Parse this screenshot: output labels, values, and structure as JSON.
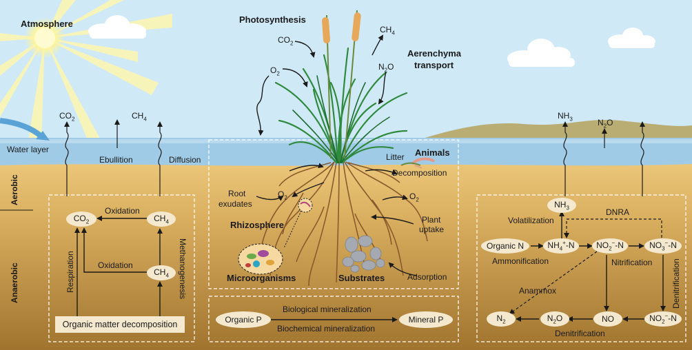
{
  "atmosphere": {
    "title": "Atmosphere"
  },
  "photosynthesis": {
    "title": "Photosynthesis"
  },
  "aerenchyma": {
    "line1": "Aerenchyma",
    "line2": "transport"
  },
  "plant_gases": {
    "co2": "CO2",
    "ch4": "CH4",
    "o2": "O2",
    "n2o": "N2O"
  },
  "left_fluxes": {
    "co2": "CO2",
    "ch4": "CH4",
    "ebullition": "Ebullition",
    "diffusion": "Diffusion"
  },
  "water_layer": "Water layer",
  "zones": {
    "aerobic": "Aerobic",
    "anaerobic": "Anaerobic"
  },
  "carbon_cycle": {
    "co2": "CO2",
    "ch4_top": "CH4",
    "ch4_mid": "CH4",
    "oxidation_top": "Oxidation",
    "oxidation_mid": "Oxidation",
    "respiration": "Respiration",
    "methanogenesis": "Methanogenesis",
    "decomposition_box": "Organic matter decomposition"
  },
  "rhizosphere": {
    "animals": "Animals",
    "litter": "Litter",
    "decomposition": "Decomposition",
    "root_exudates_1": "Root",
    "root_exudates_2": "exudates",
    "o2_left": "O2",
    "o2_right": "O2",
    "rhizosphere": "Rhizosphere",
    "plant_uptake_1": "Plant",
    "plant_uptake_2": "uptake",
    "microorganisms": "Microorganisms",
    "substrates": "Substrates",
    "adsorption": "Adsorption"
  },
  "phosphorus": {
    "organic_p": "Organic P",
    "mineral_p": "Mineral P",
    "bio_min": "Biological mineralization",
    "biochem_min": "Biochemical mineralization"
  },
  "nitrogen_fluxes": {
    "nh3": "NH3",
    "n2o": "N2O"
  },
  "nitrogen_cycle": {
    "nh3": "NH3",
    "volatilization": "Volatilization",
    "dnra": "DNRA",
    "organic_n": "Organic N",
    "nh4": "NH4+-N",
    "no2": "NO2−-N",
    "no3": "NO3−-N",
    "ammonification": "Ammonification",
    "nitrification": "Nitrification",
    "anammox": "Anammox",
    "denitrification_right": "Denitrification",
    "n2": "N2",
    "n2o": "N2O",
    "no": "NO",
    "no2_bottom": "NO2−-N",
    "denitrification_bottom": "Denitrification"
  },
  "colors": {
    "sky": "#cfe9f7",
    "water": "#9fcbe6",
    "soil_top": "#e7c176",
    "soil_bottom": "#a57a34",
    "plant": "#2f8a3e",
    "root": "#8a5a2c",
    "node": "#f4e9cf"
  }
}
